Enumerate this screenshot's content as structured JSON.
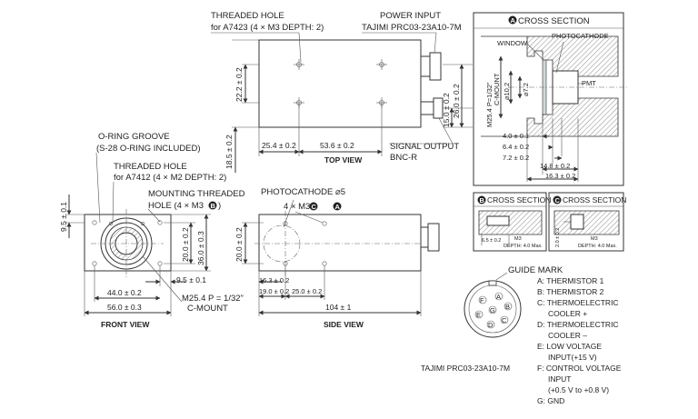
{
  "top_view": {
    "title": "TOP VIEW",
    "threaded_hole_label": "THREADED HOLE",
    "threaded_hole_spec": "for A7423 (4 × M3 DEPTH: 2)",
    "power_input_label": "POWER INPUT",
    "power_input_connector": "TAJIMI PRC03-23A10-7M",
    "signal_output_label": "SIGNAL OUTPUT",
    "signal_output_type": "BNC-R",
    "dim_22_2": "22.2 ± 0.2",
    "dim_18_5": "18.5 ± 0.2",
    "dim_25_4": "25.4 ± 0.2",
    "dim_53_6": "53.6 ± 0.2",
    "dim_26_0": "26.0 ± 0.2",
    "dim_15_0": "15.0 ± 0.2"
  },
  "front_view": {
    "title": "FRONT VIEW",
    "oring_label": "O-RING GROOVE",
    "oring_spec": "(S-28 O-RING INCLUDED)",
    "threaded_hole_label": "THREADED HOLE",
    "threaded_hole_spec": "for A7412 (4 × M2 DEPTH: 2)",
    "mounting_label": "MOUNTING THREADED",
    "mounting_spec_prefix": "HOLE (4 × M3",
    "mounting_spec_suffix": ")",
    "mounting_marker": "B",
    "dim_9_5_left": "9.5 ± 0.1",
    "dim_20_0": "20.0 ± 0.2",
    "dim_36_0": "36.0 ± 0.3",
    "dim_9_5_bottom": "9.5 ± 0.1",
    "dim_44_0": "44.0 ± 0.2",
    "dim_56_0": "56.0 ± 0.3",
    "mount_thread": "M25.4 P = 1/32\"",
    "mount_type": "C-MOUNT"
  },
  "side_view": {
    "title": "SIDE VIEW",
    "photocathode_label": "PHOTOCATHODE ⌀5",
    "holes_label_prefix": "4 × M3",
    "holes_marker": "C",
    "section_marker": "A",
    "dim_20_0": "20.0 ± 0.2",
    "dim_16_3": "16.3 ± 0.2",
    "dim_19_0": "19.0 ± 0.2",
    "dim_25_0": "25.0 ± 0.2",
    "dim_104": "104 ± 1"
  },
  "section_a": {
    "marker": "A",
    "title": "CROSS SECTION",
    "window_label": "WINDOW",
    "photocathode_label": "PHOTOCATHODE",
    "pmt_label": "PMT",
    "thread_label": "M25.4 P=1/32\"",
    "mount_label": "C-MOUNT",
    "dia_10_2": "⌀10.2",
    "dia_7_2": "⌀7.2",
    "dim_4_0": "4.0 ± 0.1",
    "dim_6_4": "6.4 ± 0.2",
    "dim_7_2": "7.2 ± 0.2",
    "dim_14_8": "14.8 ± 0.2",
    "dim_16_3": "16.3 ± 0.2"
  },
  "section_b": {
    "marker": "B",
    "title": "CROSS SECTION",
    "dim_6_5": "6.5 ± 0.2",
    "thread": "M3",
    "depth": "DEPTH: 4.0 Max."
  },
  "section_c": {
    "marker": "C",
    "title": "CROSS SECTION",
    "dim_2_0": "2.0 ± 0.2",
    "thread": "M3",
    "depth": "DEPTH: 4.0 Max."
  },
  "connector": {
    "guide_mark_label": "GUIDE MARK",
    "part_number": "TAJIMI PRC03-23A10-7M",
    "pins": [
      "A",
      "B",
      "C",
      "D",
      "E",
      "F",
      "G"
    ],
    "legend": [
      "A: THERMISTOR 1",
      "B: THERMISTOR 2",
      "C: THERMOELECTRIC",
      "COOLER +",
      "D: THERMOELECTRIC",
      "COOLER –",
      "E: LOW VOLTAGE",
      "INPUT(+15 V)",
      "F: CONTROL VOLTAGE",
      "INPUT",
      "(+0.5 V to +0.8 V)",
      "G: GND"
    ]
  }
}
